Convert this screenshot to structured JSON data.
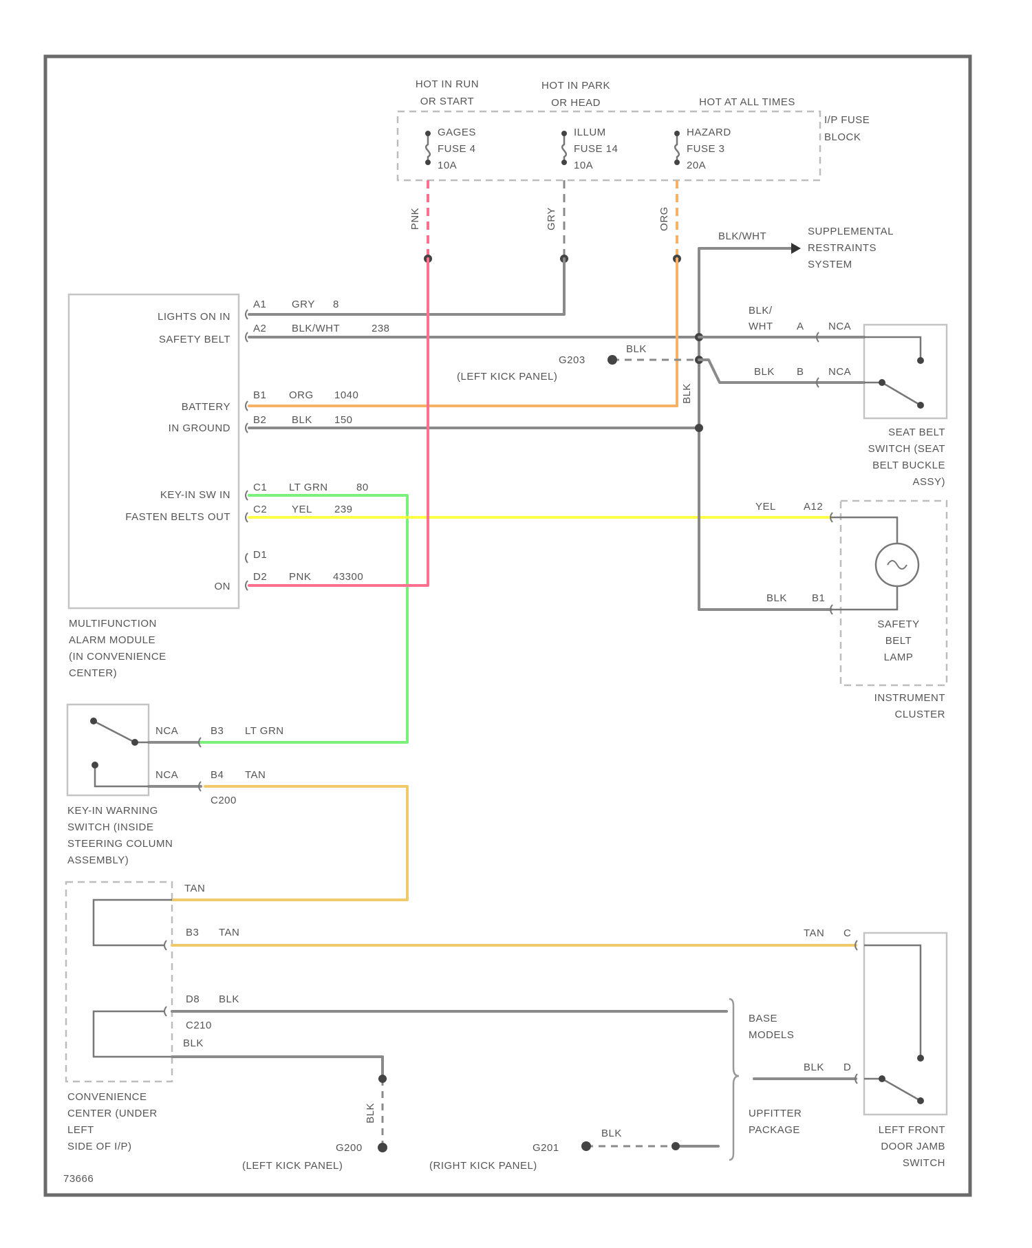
{
  "diagram": {
    "figure_id": "73666",
    "fuse_block": {
      "label": [
        "I/P FUSE",
        "BLOCK"
      ],
      "headers": {
        "run": [
          "HOT IN RUN",
          "OR START"
        ],
        "park": [
          "HOT IN PARK",
          "OR HEAD"
        ],
        "always": [
          "HOT AT ALL TIMES"
        ]
      },
      "fuses": {
        "gauges": [
          "GAGES",
          "FUSE 4",
          "10A"
        ],
        "illum": [
          "ILLUM",
          "FUSE 14",
          "10A"
        ],
        "hazard": [
          "HAZARD",
          "FUSE 3",
          "20A"
        ]
      },
      "wire_colors": {
        "run": "PNK",
        "park": "GRY",
        "always": "ORG"
      }
    },
    "srs": {
      "wire": "BLK/WHT",
      "label": [
        "SUPPLEMENTAL",
        "RESTRAINTS",
        "SYSTEM"
      ]
    },
    "alarm_module": {
      "label": [
        "MULTIFUNCTION",
        "ALARM MODULE",
        "(IN CONVENIENCE",
        "CENTER)"
      ],
      "pins": [
        {
          "name": "LIGHTS ON IN",
          "pin": "A1",
          "wire": "GRY",
          "circuit": "8"
        },
        {
          "name": "SAFETY BELT",
          "pin": "A2",
          "wire": "BLK/WHT",
          "circuit": "238"
        },
        {
          "name": "BATTERY",
          "pin": "B1",
          "wire": "ORG",
          "circuit": "1040"
        },
        {
          "name": "IN GROUND",
          "pin": "B2",
          "wire": "BLK",
          "circuit": "150"
        },
        {
          "name": "KEY-IN SW IN",
          "pin": "C1",
          "wire": "LT GRN",
          "circuit": "80"
        },
        {
          "name": "FASTEN BELTS OUT",
          "pin": "C2",
          "wire": "YEL",
          "circuit": "239"
        },
        {
          "name": "",
          "pin": "D1",
          "wire": "",
          "circuit": ""
        },
        {
          "name": "ON",
          "pin": "D2",
          "wire": "PNK",
          "circuit": "43300"
        }
      ]
    },
    "ground_g203": {
      "id": "G203",
      "location": "(LEFT KICK PANEL)",
      "wire": "BLK"
    },
    "seat_belt_switch": {
      "label": [
        "SEAT BELT",
        "SWITCH (SEAT",
        "BELT BUCKLE",
        "ASSY)"
      ],
      "wire_a": [
        "BLK/",
        "WHT"
      ],
      "pin_a": "A",
      "nca_a": "NCA",
      "wire_b": "BLK",
      "pin_b": "B",
      "nca_b": "NCA",
      "vertical_wire": "BLK"
    },
    "instrument_cluster": {
      "label": [
        "INSTRUMENT",
        "CLUSTER"
      ],
      "lamp": [
        "SAFETY",
        "BELT",
        "LAMP"
      ],
      "yel_wire": "YEL",
      "yel_pin": "A12",
      "blk_wire": "BLK",
      "blk_pin": "B1"
    },
    "key_switch": {
      "label": [
        "KEY-IN WARNING",
        "SWITCH (INSIDE",
        "STEERING COLUMN",
        "ASSEMBLY)"
      ],
      "row1": {
        "nca": "NCA",
        "pin": "B3",
        "wire": "LT GRN"
      },
      "row2": {
        "nca": "NCA",
        "pin": "B4",
        "wire": "TAN"
      },
      "connector": "C200"
    },
    "convenience_center": {
      "label": [
        "CONVENIENCE",
        "CENTER (UNDER",
        "LEFT",
        "SIDE OF I/P)"
      ],
      "tan_top": "TAN",
      "row_b3": {
        "pin": "B3",
        "wire": "TAN"
      },
      "row_d8": {
        "pin": "D8",
        "wire": "BLK",
        "connector": "C210"
      },
      "blk_out": "BLK"
    },
    "door_switch": {
      "label": [
        "LEFT FRONT",
        "DOOR JAMB",
        "SWITCH"
      ],
      "tan_wire": "TAN",
      "tan_pin": "C",
      "blk_wire": "BLK",
      "blk_pin": "D"
    },
    "options": {
      "base": [
        "BASE",
        "MODELS"
      ],
      "uplifter": [
        "UPFITTER",
        "PACKAGE"
      ]
    },
    "grounds": {
      "left": {
        "id": "G200",
        "location": "(LEFT KICK PANEL)",
        "wire": "BLK"
      },
      "right": {
        "id": "G201",
        "location": "(RIGHT KICK PANEL)",
        "wire": "BLK"
      }
    },
    "colors": {
      "pink": "#ff6f8e",
      "orange": "#f7b268",
      "green": "#7cf07c",
      "yellow": "#ffff44",
      "tan": "#f0ca6a",
      "gray": "#8a8a8a"
    }
  }
}
